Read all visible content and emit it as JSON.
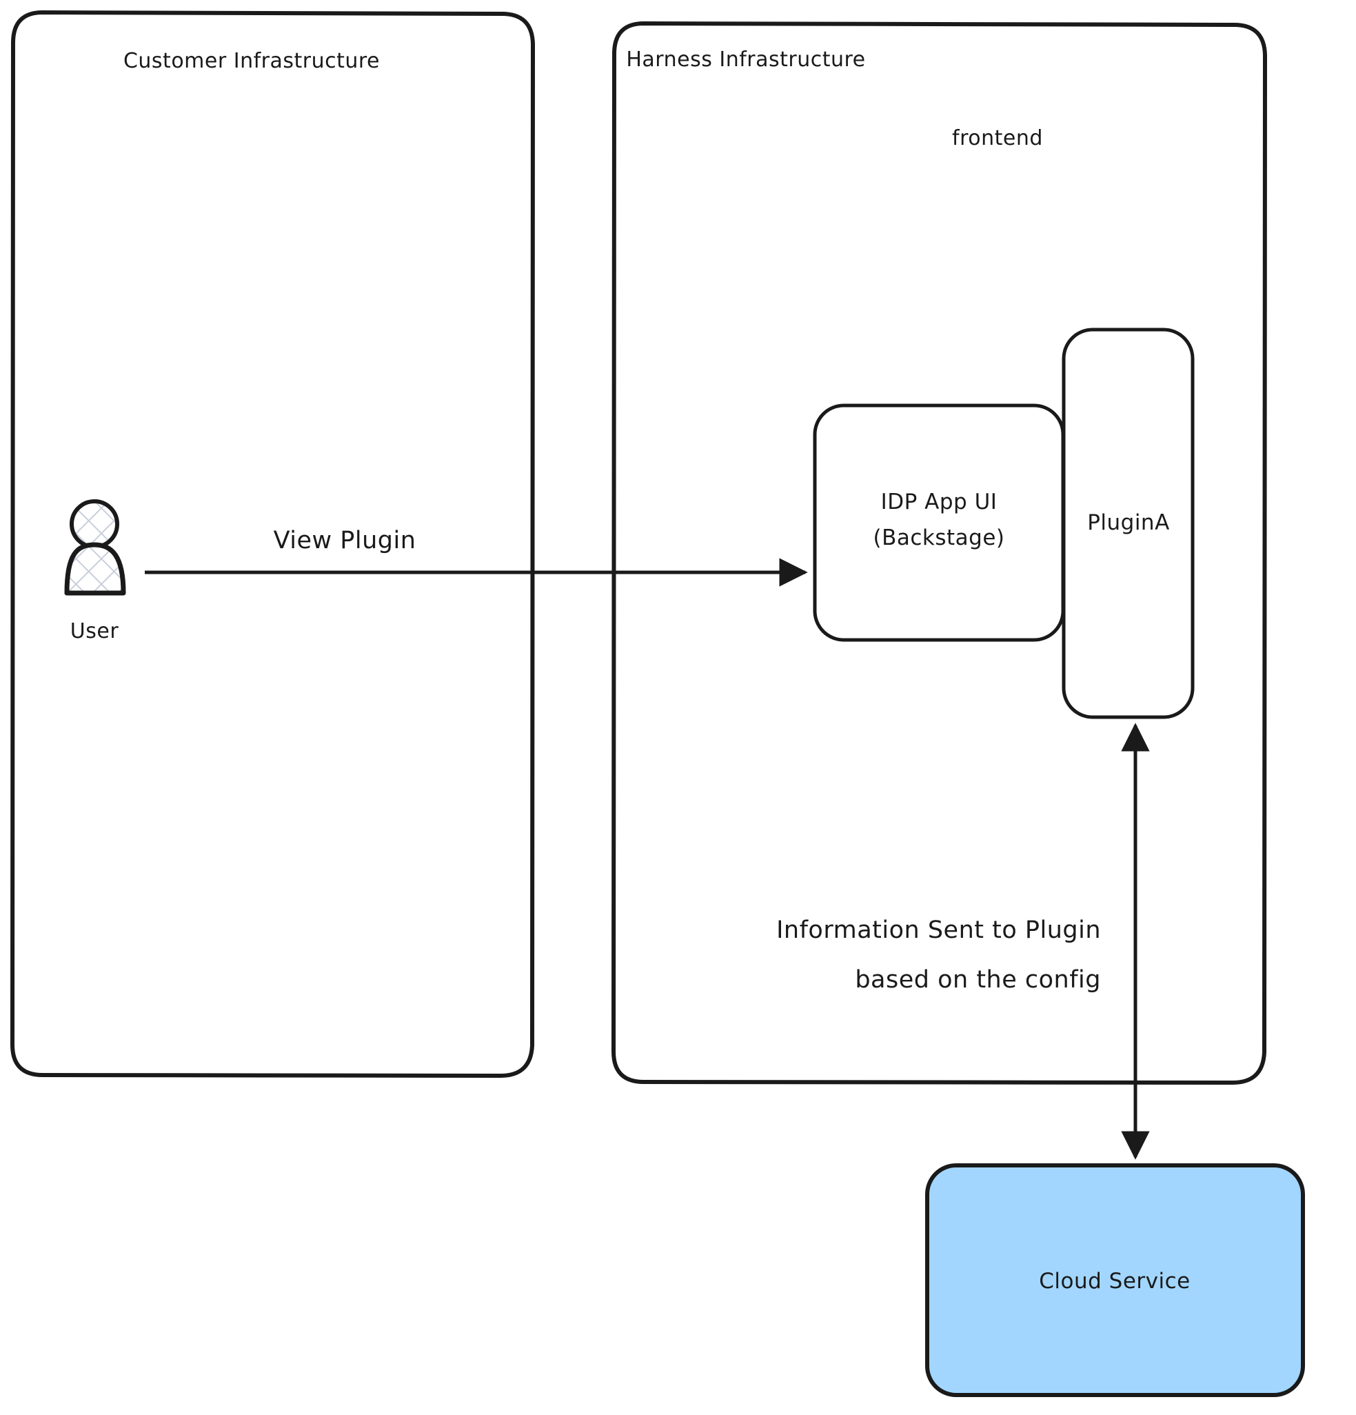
{
  "diagram": {
    "type": "architecture-flow",
    "background_color": "#ffffff",
    "stroke_color": "#1a1a1a",
    "containers": [
      {
        "id": "customer-infrastructure",
        "label": "Customer Infrastructure",
        "fill": "#ffffff",
        "stroke": "#1a1a1a"
      },
      {
        "id": "harness-infrastructure",
        "label": "Harness Infrastructure",
        "sub_label": "frontend",
        "fill": "#ffffff",
        "stroke": "#1a1a1a"
      }
    ],
    "nodes": [
      {
        "id": "user",
        "label": "User",
        "shape": "actor",
        "fill": "hatch-pattern",
        "stroke": "#1a1a1a"
      },
      {
        "id": "idp-app-ui",
        "label_line1": "IDP App UI",
        "label_line2": "(Backstage)",
        "shape": "rounded-rect",
        "fill": "#ffffff",
        "stroke": "#1a1a1a"
      },
      {
        "id": "plugin-a",
        "label": "PluginA",
        "shape": "rounded-rect",
        "fill": "#ffffff",
        "stroke": "#1a1a1a"
      },
      {
        "id": "cloud-service",
        "label": "Cloud Service",
        "shape": "rounded-rect",
        "fill": "#a2d6ff",
        "stroke": "#1a1a1a"
      }
    ],
    "edges": [
      {
        "id": "view-plugin-edge",
        "label": "View Plugin",
        "from": "user",
        "to": "idp-app-ui",
        "direction": "one-way",
        "orientation": "horizontal"
      },
      {
        "id": "config-info-edge",
        "label_line1": "Information Sent to Plugin",
        "label_line2": "based on the config",
        "from": "plugin-a",
        "to": "cloud-service",
        "direction": "two-way",
        "orientation": "vertical"
      }
    ]
  }
}
